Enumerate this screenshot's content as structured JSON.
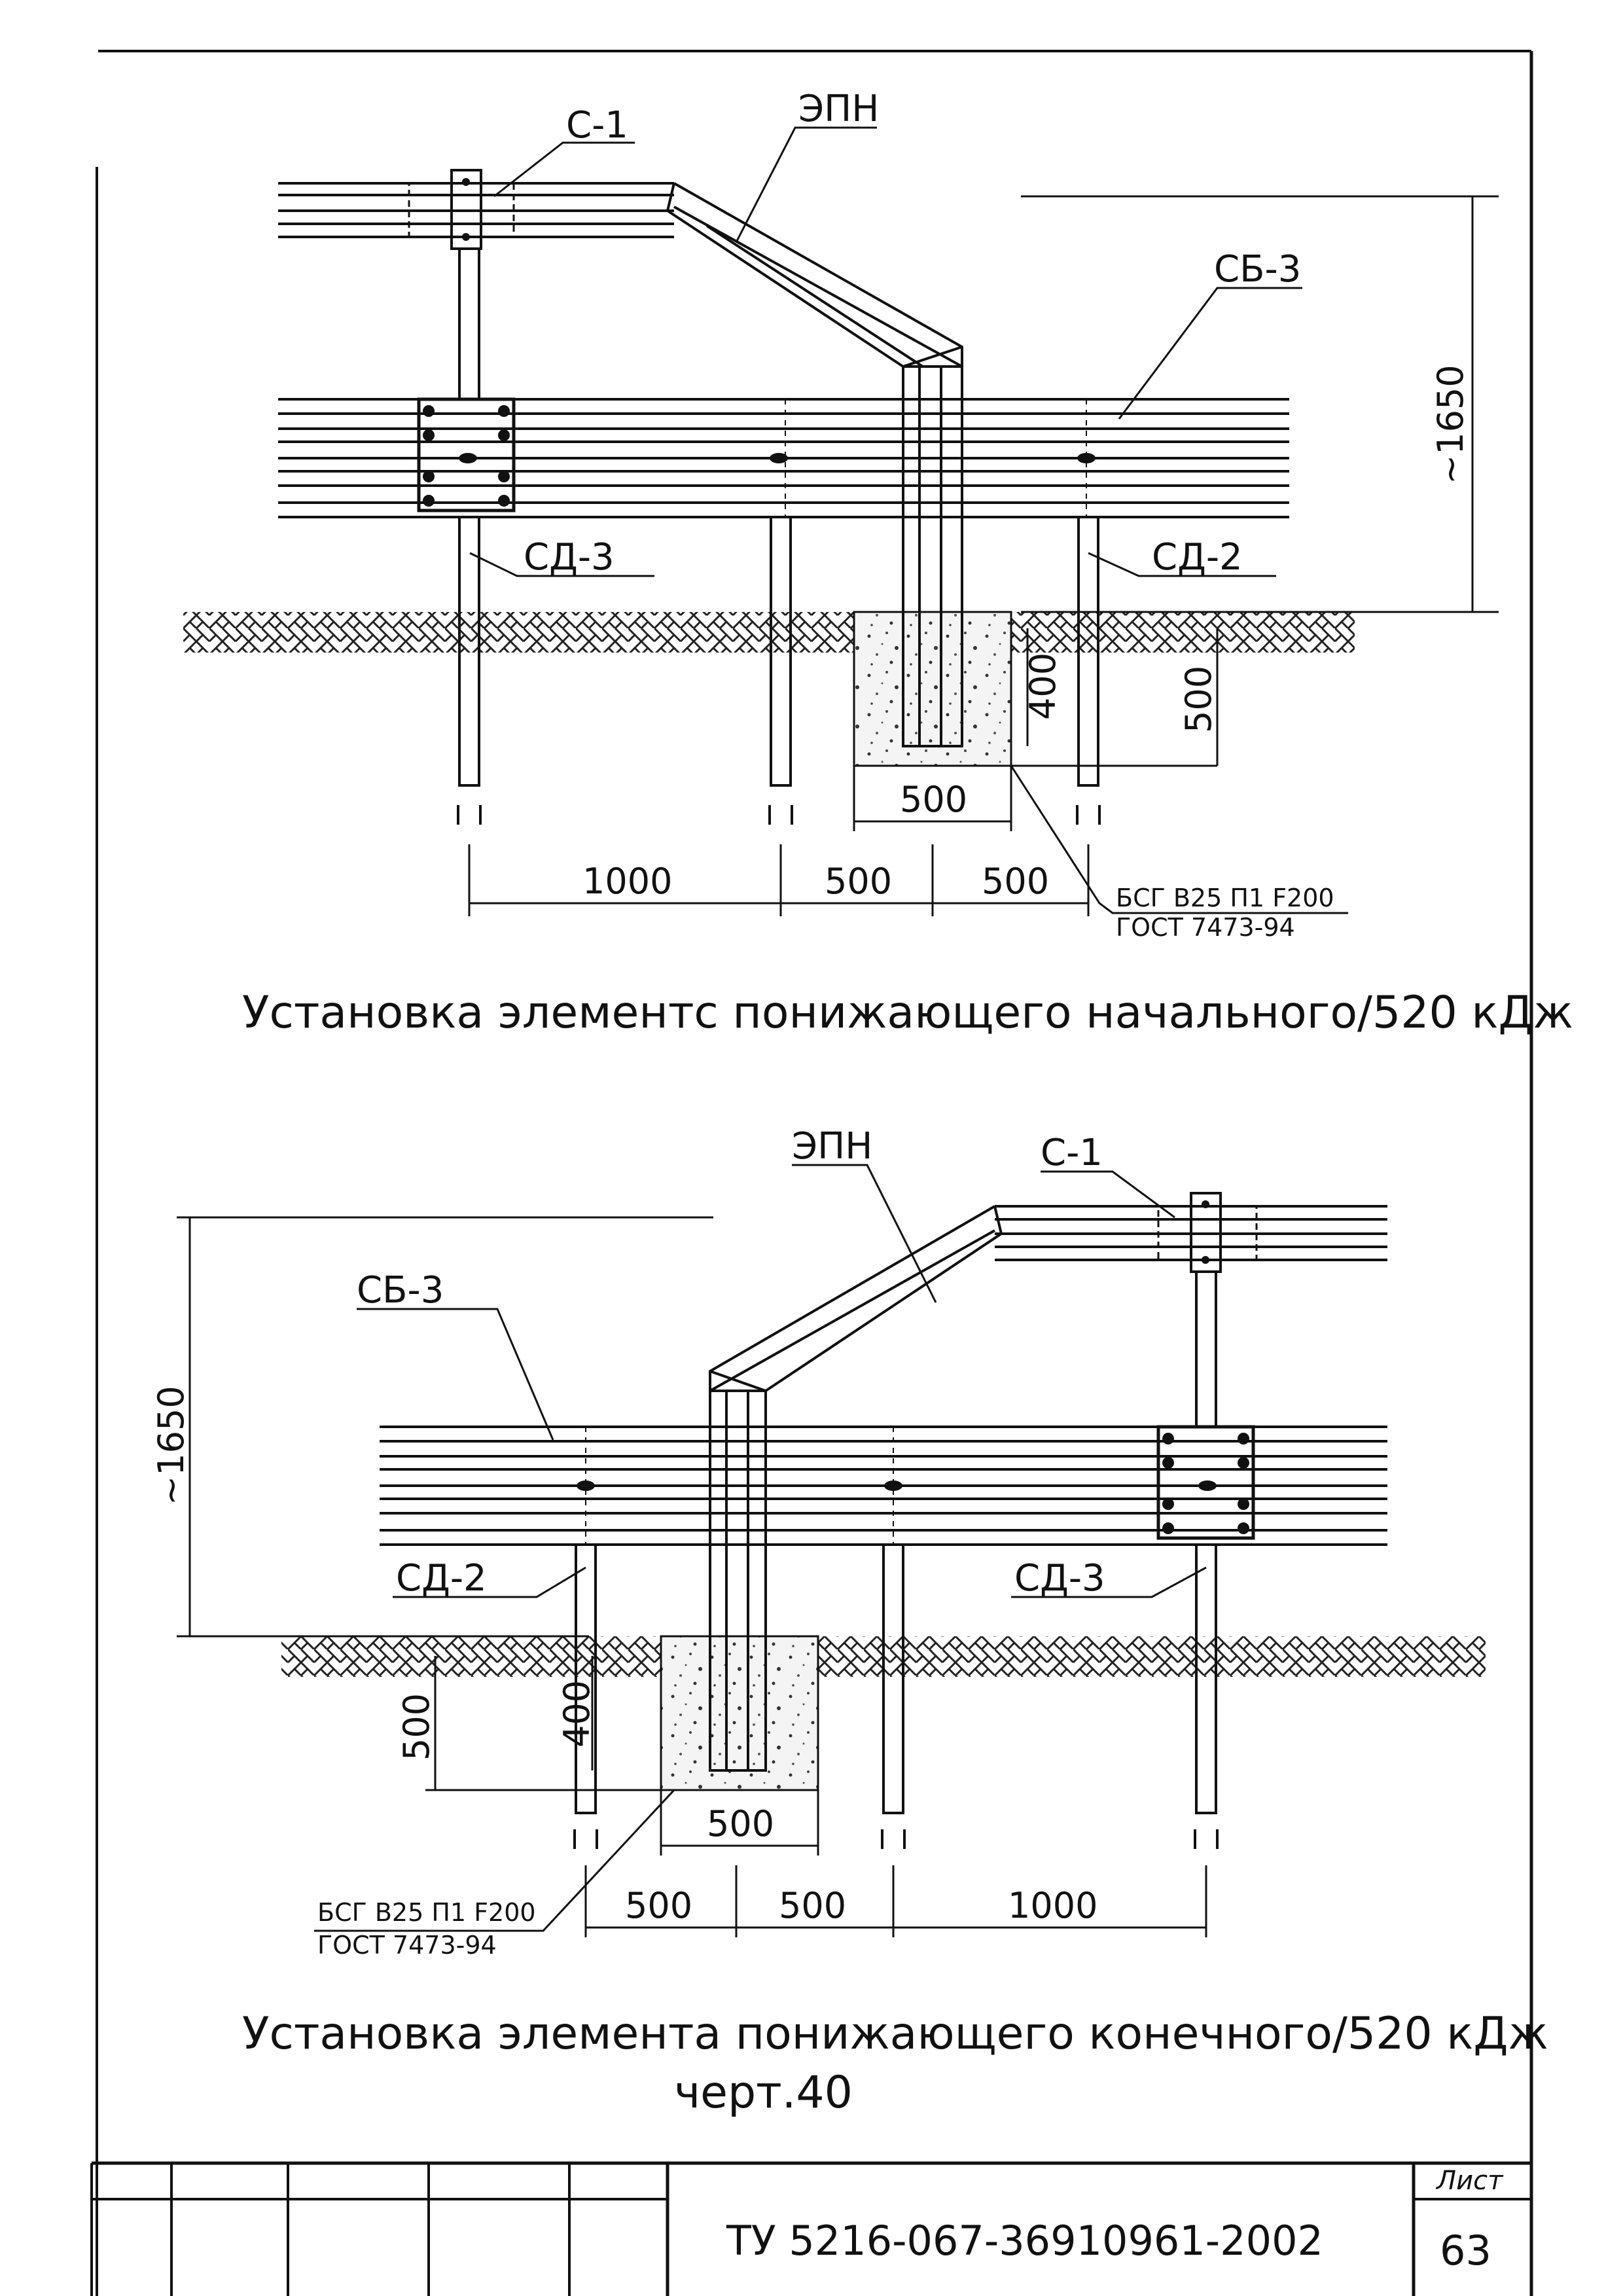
{
  "drawing": {
    "top": {
      "labels": {
        "rail": "С-1",
        "element": "ЭПН",
        "beam": "СБ-3",
        "post_left": "СД-3",
        "post_right": "СД-2"
      },
      "dims": {
        "height": "~1650",
        "d400": "400",
        "d500v": "500",
        "footing": "500",
        "span1": "1000",
        "span2": "500",
        "span3": "500"
      },
      "concrete": {
        "spec": "БСГ В25 П1 F200",
        "std": "ГОСТ 7473-94"
      },
      "caption": "Установка элементс понижающего начального/520 кДж"
    },
    "bottom": {
      "labels": {
        "rail": "С-1",
        "element": "ЭПН",
        "beam": "СБ-3",
        "post_left": "СД-2",
        "post_right": "СД-3"
      },
      "dims": {
        "height": "~1650",
        "d400": "400",
        "d500v": "500",
        "footing": "500",
        "span1": "500",
        "span2": "500",
        "span3": "1000"
      },
      "concrete": {
        "spec": "БСГ В25 П1 F200",
        "std": "ГОСТ 7473-94"
      },
      "caption": "Установка элемента понижающего конечного/520 кДж",
      "drawing_no": "черт.40"
    }
  },
  "title_block": {
    "doc_code": "ТУ 5216-067-36910961-2002",
    "sheet_label": "Лист",
    "sheet_number": "63"
  }
}
